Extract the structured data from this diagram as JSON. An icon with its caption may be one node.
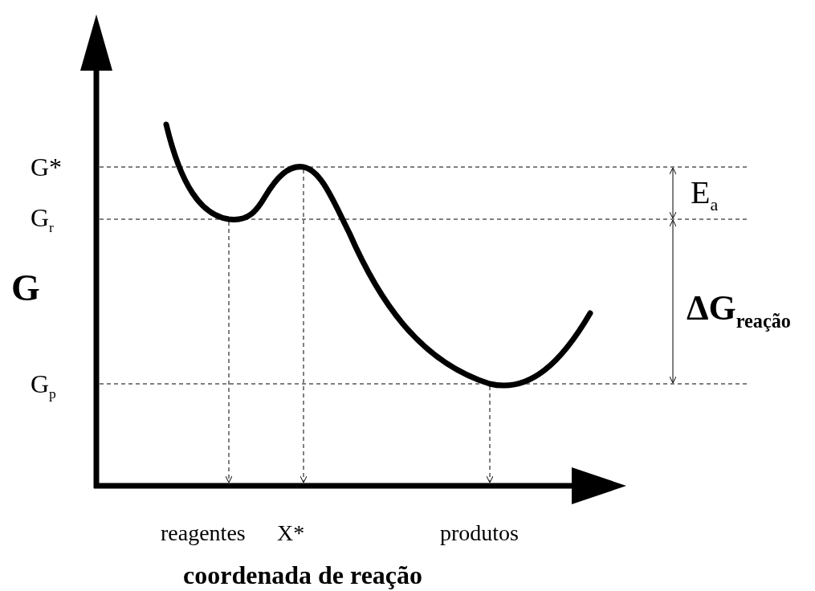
{
  "diagram": {
    "labels": [
      "G*",
      "E$_{a}$",
      "G$_{r}$",
      "G",
      "ΔG$_{reação}$",
      "G$_{p}$",
      "reagentes",
      "X*",
      "produtos",
      "coordenada de reação"
    ]
  }
}
